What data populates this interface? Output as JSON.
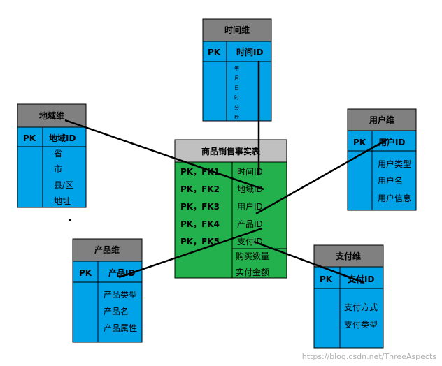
{
  "entities": {
    "time": {
      "title": "时间维",
      "pk": "PK",
      "key": "时间ID",
      "fields": [
        "年",
        "月",
        "日",
        "时",
        "分",
        "秒"
      ]
    },
    "region": {
      "title": "地域维",
      "pk": "PK",
      "key": "地域ID",
      "fields": [
        "省",
        "市",
        "县/区",
        "地址"
      ]
    },
    "user": {
      "title": "用户维",
      "pk": "PK",
      "key": "用户ID",
      "fields": [
        "用户类型",
        "用户名",
        "用户信息"
      ]
    },
    "fact": {
      "title": "商品销售事实表",
      "keys": [
        "PK，FK1",
        "PK，FK2",
        "PK，FK3",
        "PK，FK4",
        "PK，FK5"
      ],
      "fields": [
        "时间ID",
        "地域ID",
        "用户ID",
        "产品ID",
        "支付ID",
        "购买数量",
        "实付金额"
      ]
    },
    "product": {
      "title": "产品维",
      "pk": "PK",
      "key": "产品ID",
      "fields": [
        "产品类型",
        "产品名",
        "产品属性"
      ]
    },
    "payment": {
      "title": "支付维",
      "pk": "PK",
      "key": "支付ID",
      "fields": [
        "支付方式",
        "支付类型"
      ]
    }
  },
  "watermark": "https://blog.csdn.net/ThreeAspects",
  "colors": {
    "title_fill": "#808080",
    "fact_title_fill": "#c0c0c0",
    "dim_fill": "#00a2e8",
    "fact_fill": "#22b14c",
    "line": "#000000"
  }
}
